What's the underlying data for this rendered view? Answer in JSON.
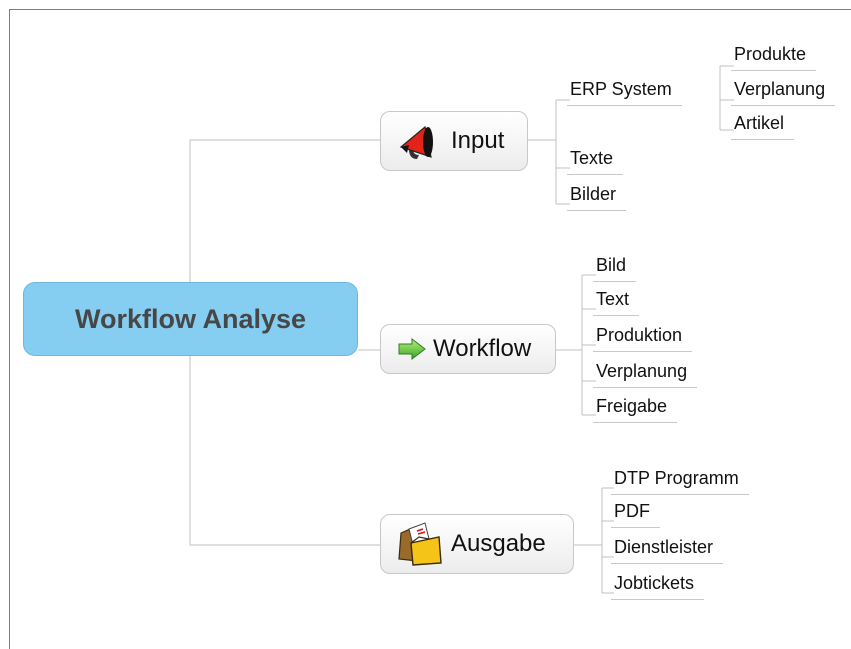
{
  "diagram": {
    "central": {
      "label": "Workflow Analyse",
      "color": "#86cdf2"
    },
    "branches": [
      {
        "label": "Input",
        "icon": "megaphone-icon",
        "children": [
          {
            "label": "ERP System",
            "children": [
              "Produkte",
              "Verplanung",
              "Artikel"
            ]
          },
          {
            "label": "Texte"
          },
          {
            "label": "Bilder"
          }
        ]
      },
      {
        "label": "Workflow",
        "icon": "green-arrow-icon",
        "children": [
          {
            "label": "Bild"
          },
          {
            "label": "Text"
          },
          {
            "label": "Produktion"
          },
          {
            "label": "Verplanung"
          },
          {
            "label": "Freigabe"
          }
        ]
      },
      {
        "label": "Ausgabe",
        "icon": "folders-icon",
        "children": [
          {
            "label": "DTP Programm"
          },
          {
            "label": "PDF"
          },
          {
            "label": "Dienstleister"
          },
          {
            "label": "Jobtickets"
          }
        ]
      }
    ]
  }
}
